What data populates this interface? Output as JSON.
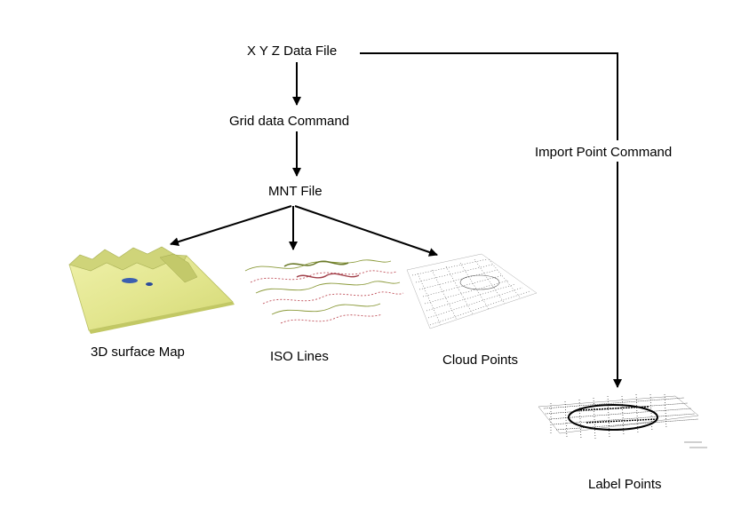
{
  "nodes": {
    "xyz_file": "X Y Z Data File",
    "grid_command": "Grid data Command",
    "mnt_file": "MNT File",
    "import_point_command": "Import Point Command",
    "surface_map": "3D surface Map",
    "iso_lines": "ISO Lines",
    "cloud_points": "Cloud Points",
    "label_points": "Label Points"
  },
  "colors": {
    "arrow": "#000000",
    "surface_fill": "#e7ea9a",
    "surface_shade": "#c9cf6d",
    "iso_line_a": "#8b9a3a",
    "iso_line_b": "#c0505a",
    "points": "#222222"
  }
}
